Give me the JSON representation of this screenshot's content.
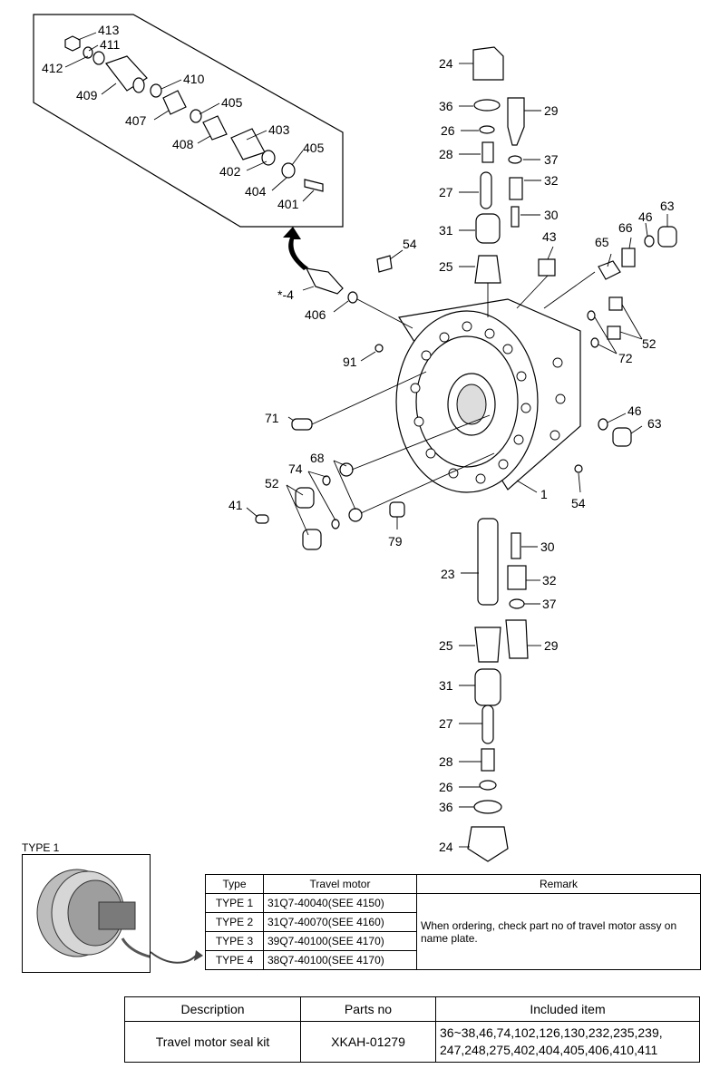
{
  "callouts": {
    "c413": "413",
    "c411": "411",
    "c412": "412",
    "c409": "409",
    "c410": "410",
    "c407": "407",
    "c405a": "405",
    "c408": "408",
    "c403": "403",
    "c402": "402",
    "c405b": "405",
    "c404": "404",
    "c401": "401",
    "c24top": "24",
    "c36top": "36",
    "c29top": "29",
    "c26top": "26",
    "c37top": "37",
    "c28top": "28",
    "c32top": "32",
    "c27top": "27",
    "c30top": "30",
    "c31top": "31",
    "c25top": "25",
    "c43": "43",
    "c54top": "54",
    "c65": "65",
    "c66": "66",
    "c46top": "46",
    "c63top": "63",
    "c4": "*-4",
    "c406": "406",
    "c52right": "52",
    "c72": "72",
    "c91": "91",
    "c71": "71",
    "c46mid": "46",
    "c63mid": "63",
    "c68": "68",
    "c74": "74",
    "c52left": "52",
    "c54mid": "54",
    "c41": "41",
    "c1": "1",
    "c79": "79",
    "c30bot": "30",
    "c23": "23",
    "c32bot": "32",
    "c37bot": "37",
    "c25bot": "25",
    "c29bot": "29",
    "c31bot": "31",
    "c27bot": "27",
    "c28bot": "28",
    "c26bot": "26",
    "c36bot": "36",
    "c24bot": "24"
  },
  "type_caption": "TYPE 1",
  "type_table": {
    "headers": [
      "Type",
      "Travel motor",
      "Remark"
    ],
    "rows": [
      [
        "TYPE 1",
        "31Q7-40040(SEE 4150)"
      ],
      [
        "TYPE 2",
        "31Q7-40070(SEE 4160)"
      ],
      [
        "TYPE 3",
        "39Q7-40100(SEE 4170)"
      ],
      [
        "TYPE 4",
        "38Q7-40100(SEE 4170)"
      ]
    ],
    "remark": "When ordering, check part no of travel motor assy on name plate."
  },
  "kit_table": {
    "headers": [
      "Description",
      "Parts no",
      "Included item"
    ],
    "row": {
      "description": "Travel motor seal kit",
      "parts_no": "XKAH-01279",
      "included_line1": "36~38,46,74,102,126,130,232,235,239,",
      "included_line2": "247,248,275,402,404,405,406,410,411"
    }
  }
}
